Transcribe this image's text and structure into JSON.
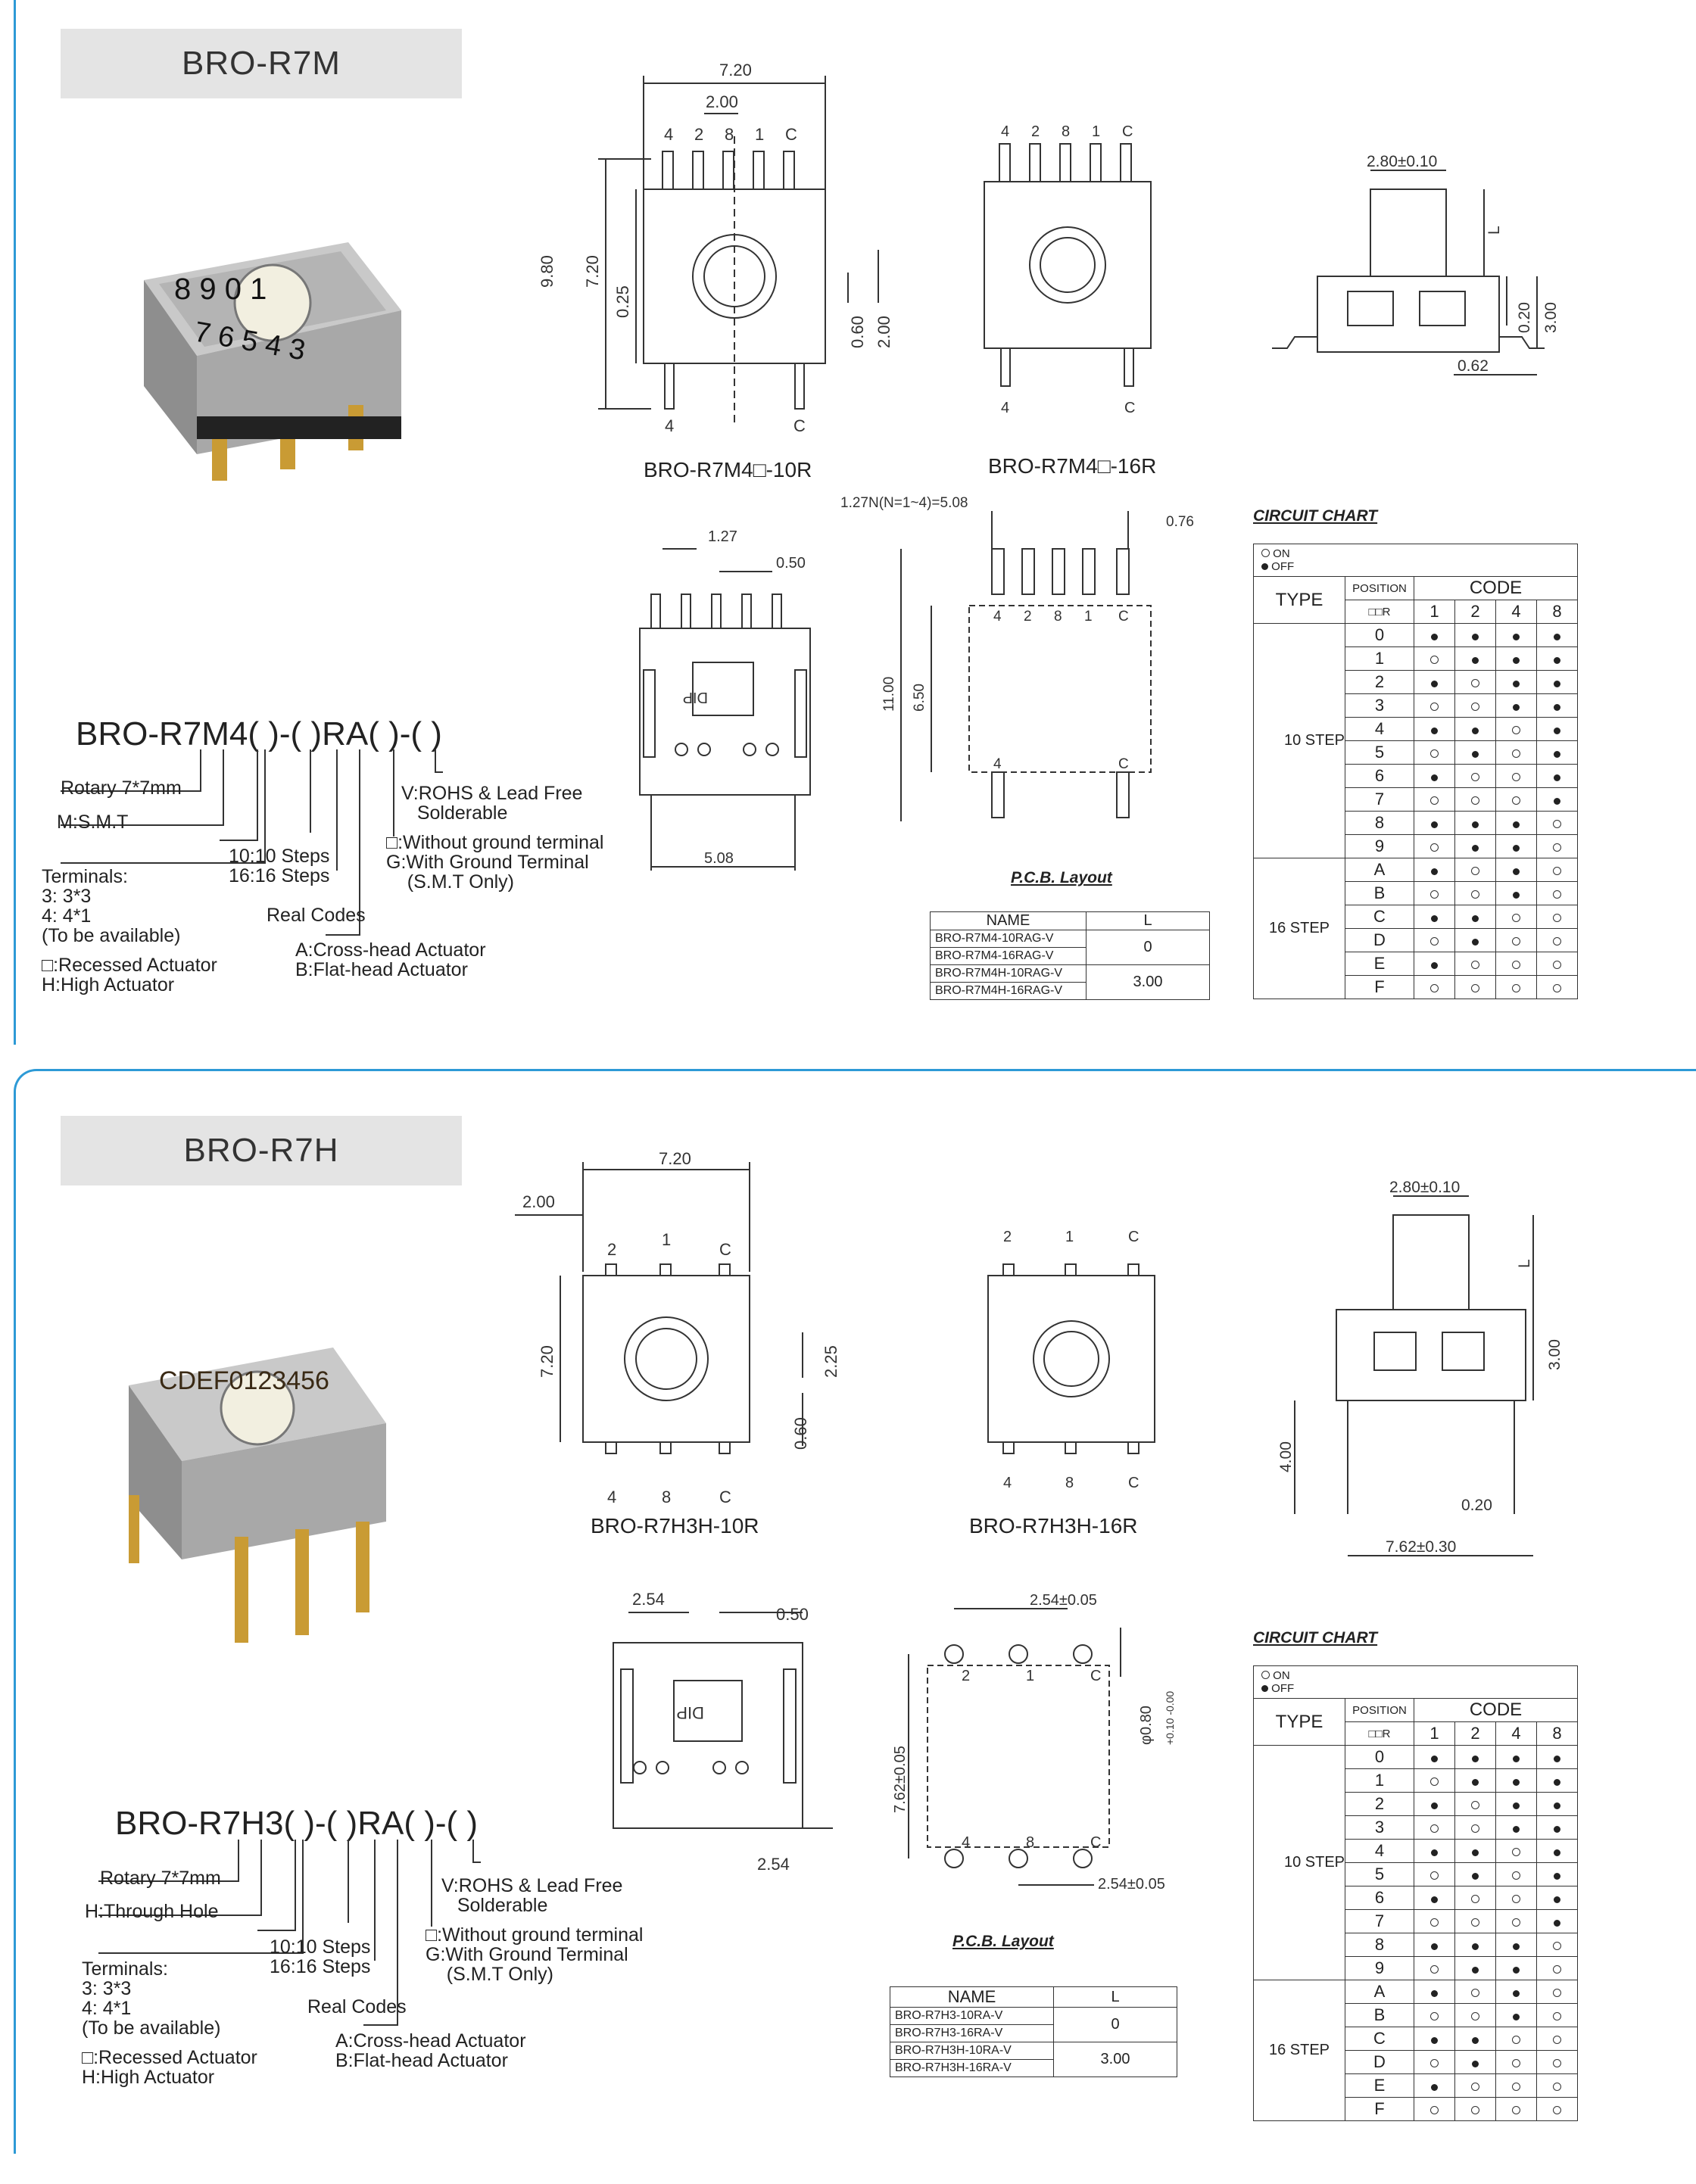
{
  "sections": [
    {
      "title": "BRO-R7M",
      "drawings": {
        "top_left_label": "BRO-R7M4□-10R",
        "top_right_label": "BRO-R7M4□-16R",
        "dim_720": "7.20",
        "dim_200": "2.00",
        "dim_980": "9.80",
        "dim_720v": "7.20",
        "dim_025": "0.25",
        "dim_060": "0.60",
        "dim_200v": "2.00",
        "side_w": "2.80±0.10",
        "side_l": "L",
        "side_020": "0.20",
        "side_300": "3.00",
        "side_062": "0.62",
        "dim_127": "1.27",
        "dim_050": "0.50",
        "dim_508": "5.08",
        "pcb_pitch": "1.27N(N=1~4)=5.08",
        "pcb_076": "0.76",
        "pcb_1100": "11.00",
        "pcb_650": "6.50",
        "pcb_title": "P.C.B. Layout",
        "pins_a": [
          "4",
          "2",
          "8",
          "1",
          "C"
        ],
        "pin_b4": "4",
        "pin_bC": "C",
        "dip": "DIP"
      },
      "part_code": "BRO-R7M4( )-( )RA( )-( )",
      "labels": {
        "rotary": "Rotary 7*7mm",
        "mount": "M:S.M.T",
        "terminals": "Terminals:\n3: 3*3\n4: 4*1\n(To be available)",
        "steps": "10:10 Steps\n16:16 Steps",
        "real": "Real Codes",
        "actuator_a": "A:Cross-head Actuator\nB:Flat-head Actuator",
        "recessed": "□:Recessed Actuator\nH:High Actuator",
        "rohs": "V:ROHS & Lead Free\n   Solderable",
        "ground": "□:Without ground terminal\nG:With Ground Terminal\n    (S.M.T Only)"
      },
      "name_table": {
        "header": [
          "NAME",
          "L"
        ],
        "rows": [
          "BRO-R7M4-10RAG-V",
          "BRO-R7M4-16RAG-V",
          "BRO-R7M4H-10RAG-V",
          "BRO-R7M4H-16RAG-V"
        ],
        "values": [
          "0",
          "3.00"
        ]
      }
    },
    {
      "title": "BRO-R7H",
      "drawings": {
        "top_left_label": "BRO-R7H3H-10R",
        "top_right_label": "BRO-R7H3H-16R",
        "dim_720": "7.20",
        "dim_200": "2.00",
        "dim_720v": "7.20",
        "dim_225": "2.25",
        "dim_060": "0.60",
        "side_w": "2.80±0.10",
        "side_l": "L",
        "side_300": "3.00",
        "side_400": "4.00",
        "side_020": "0.20",
        "side_762": "7.62±0.30",
        "dim_254": "2.54",
        "dim_050": "0.50",
        "dim_254b": "2.54",
        "pcb_254a": "2.54±0.05",
        "pcb_762": "7.62±0.05",
        "pcb_080": "φ0.80",
        "pcb_tol": "+0.10 -0.00",
        "pcb_254b": "2.54±0.05",
        "pcb_title": "P.C.B. Layout",
        "pins_a": [
          "2",
          "1",
          "C"
        ],
        "pins_b": [
          "4",
          "8",
          "C"
        ],
        "dip": "DIP"
      },
      "part_code": "BRO-R7H3( )-( )RA( )-( )",
      "labels": {
        "rotary": "Rotary 7*7mm",
        "mount": "H:Through Hole",
        "terminals": "Terminals:\n3: 3*3\n4: 4*1\n(To be available)",
        "steps": "10:10 Steps\n16:16 Steps",
        "real": "Real Codes",
        "actuator_a": "A:Cross-head Actuator\nB:Flat-head Actuator",
        "recessed": "□:Recessed Actuator\nH:High Actuator",
        "rohs": "V:ROHS & Lead Free\n   Solderable",
        "ground": "□:Without ground terminal\nG:With Ground Terminal\n    (S.M.T Only)"
      },
      "name_table": {
        "header": [
          "NAME",
          "L"
        ],
        "rows": [
          "BRO-R7H3-10RA-V",
          "BRO-R7H3-16RA-V",
          "BRO-R7H3H-10RA-V",
          "BRO-R7H3H-16RA-V"
        ],
        "values": [
          "0",
          "3.00"
        ]
      }
    }
  ],
  "circuit_chart": {
    "title": "CIRCUIT CHART",
    "legend_on": "ON",
    "legend_off": "OFF",
    "type_header": "TYPE",
    "position_header": "POSITION",
    "position_sub": "□□R",
    "code_header": "CODE",
    "code_cols": [
      "1",
      "2",
      "4",
      "8"
    ],
    "type_10": "10 STEP",
    "type_16": "16 STEP",
    "positions": [
      "0",
      "1",
      "2",
      "3",
      "4",
      "5",
      "6",
      "7",
      "8",
      "9",
      "A",
      "B",
      "C",
      "D",
      "E",
      "F"
    ],
    "states": [
      [
        0,
        0,
        0,
        0
      ],
      [
        1,
        0,
        0,
        0
      ],
      [
        0,
        1,
        0,
        0
      ],
      [
        1,
        1,
        0,
        0
      ],
      [
        0,
        0,
        1,
        0
      ],
      [
        1,
        0,
        1,
        0
      ],
      [
        0,
        1,
        1,
        0
      ],
      [
        1,
        1,
        1,
        0
      ],
      [
        0,
        0,
        0,
        1
      ],
      [
        1,
        0,
        0,
        1
      ],
      [
        0,
        1,
        0,
        1
      ],
      [
        1,
        1,
        0,
        1
      ],
      [
        0,
        0,
        1,
        1
      ],
      [
        1,
        0,
        1,
        1
      ],
      [
        0,
        1,
        1,
        1
      ],
      [
        1,
        1,
        1,
        1
      ]
    ]
  }
}
